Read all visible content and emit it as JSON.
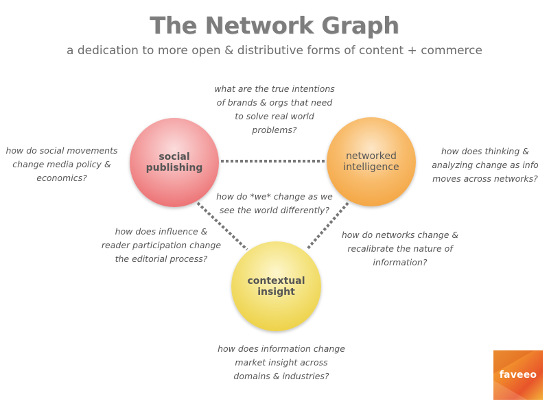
{
  "title": "The Network Graph",
  "subtitle": "a dedication to more open & distributive forms of content + commerce",
  "nodes": {
    "social_publishing": {
      "label": "social publishing",
      "color": "#e8575a"
    },
    "networked_intelligence": {
      "label_line1": "networked",
      "label_line2": "intelligence",
      "color": "#f29a2e"
    },
    "contextual_insight": {
      "label": "contextual insight",
      "color": "#eed23a"
    }
  },
  "questions": {
    "top": [
      "what are the true intentions",
      "of brands & orgs that need",
      "to solve real world",
      "problems?"
    ],
    "left": [
      "how do social movements",
      "change media policy &",
      "economics?"
    ],
    "right": [
      "how does thinking &",
      "analyzing change as info",
      "moves across networks?"
    ],
    "center": [
      "how do *we* change as we",
      "see the world differently?"
    ],
    "lower_left": [
      "how does influence &",
      "reader participation change",
      "the editorial process?"
    ],
    "lower_right": [
      "how do networks change &",
      "recalibrate the nature of",
      "information?"
    ],
    "bottom": [
      "how does information change",
      "market insight across",
      "domains & industries?"
    ]
  },
  "logo": {
    "text": "faveeo"
  }
}
